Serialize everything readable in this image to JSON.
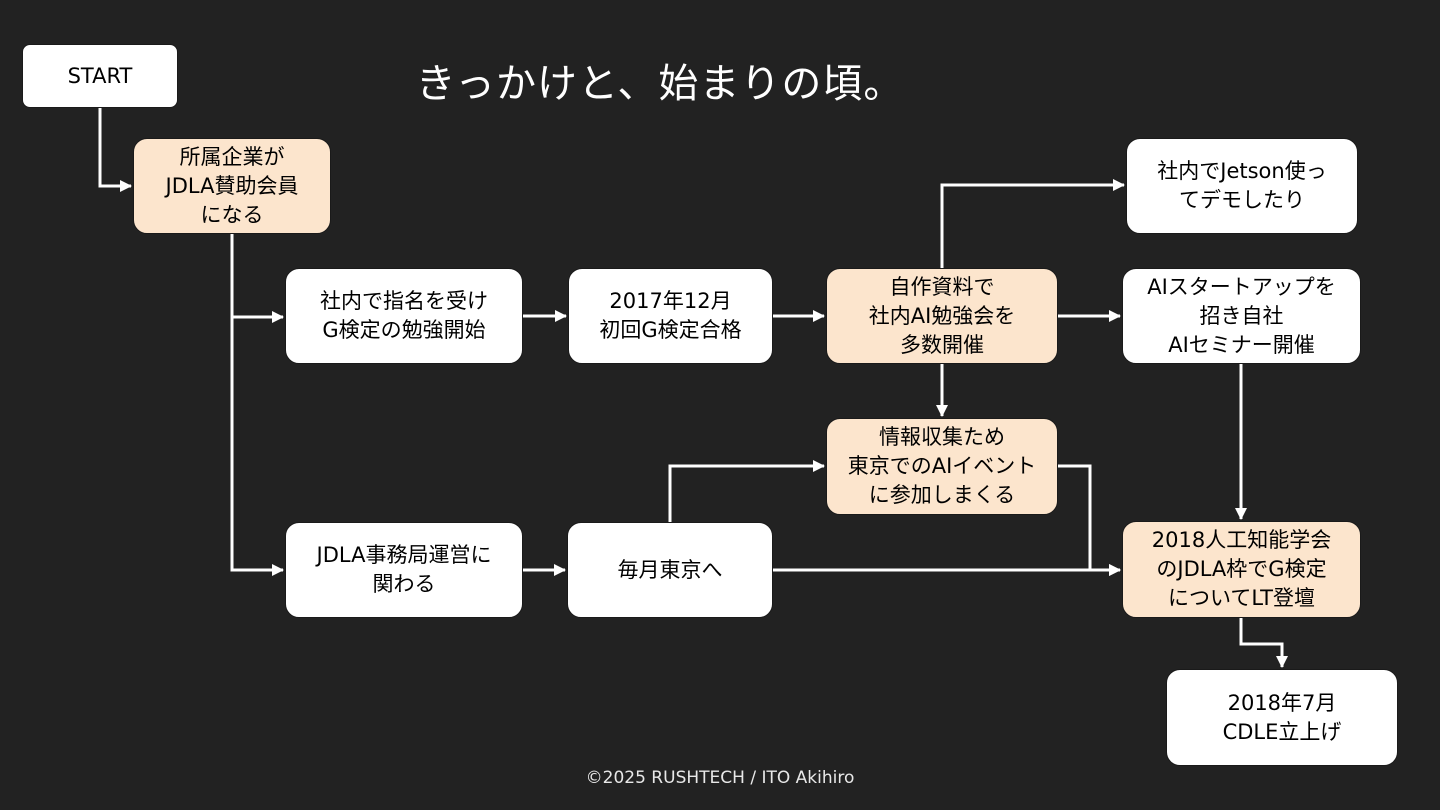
{
  "title": "きっかけと、始まりの頃。",
  "nodes": {
    "start": "START",
    "jdla_member": "所属企業が\nJDLA賛助会員\nになる",
    "study_start": "社内で指名を受け\nG検定の勉強開始",
    "first_pass": "2017年12月\n初回G検定合格",
    "study_sessions": "自作資料で\n社内AI勉強会を\n多数開催",
    "jetson_demo": "社内でJetson使っ\nてデモしたり",
    "startup_seminar": "AIスタートアップを\n招き自社\nAIセミナー開催",
    "ai_events": "情報収集ため\n東京でのAIイベント\nに参加しまくる",
    "jdla_office": "JDLA事務局運営に\n関わる",
    "monthly_tokyo": "毎月東京へ",
    "lt_talk": "2018人工知能学会\nのJDLA枠でG検定\nについてLT登壇",
    "cdle_launch": "2018年7月\nCDLE立上げ"
  },
  "footer": "©2025 RUSHTECH / ITO Akihiro",
  "colors": {
    "background": "#222222",
    "node_white": "#ffffff",
    "node_peach": "#fce5cd",
    "connector": "#ffffff"
  }
}
